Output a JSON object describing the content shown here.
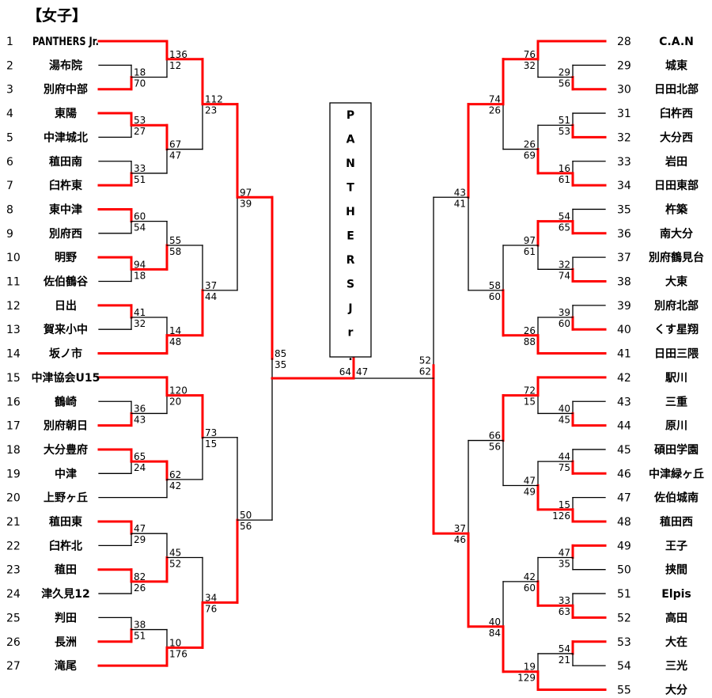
{
  "title": "【女子】",
  "champion": "PANTHERS Jr.",
  "colors": {
    "winner_line": "#ff0000",
    "line": "#000000"
  },
  "left_teams": [
    {
      "no": "1",
      "name": "PANTHERS Jr."
    },
    {
      "no": "2",
      "name": "湯布院"
    },
    {
      "no": "3",
      "name": "別府中部"
    },
    {
      "no": "4",
      "name": "東陽"
    },
    {
      "no": "5",
      "name": "中津城北"
    },
    {
      "no": "6",
      "name": "稙田南"
    },
    {
      "no": "7",
      "name": "臼杵東"
    },
    {
      "no": "8",
      "name": "東中津"
    },
    {
      "no": "9",
      "name": "別府西"
    },
    {
      "no": "10",
      "name": "明野"
    },
    {
      "no": "11",
      "name": "佐伯鶴谷"
    },
    {
      "no": "12",
      "name": "日出"
    },
    {
      "no": "13",
      "name": "賀来小中"
    },
    {
      "no": "14",
      "name": "坂ノ市"
    },
    {
      "no": "15",
      "name": "中津協会U15"
    },
    {
      "no": "16",
      "name": "鶴崎"
    },
    {
      "no": "17",
      "name": "別府朝日"
    },
    {
      "no": "18",
      "name": "大分豊府"
    },
    {
      "no": "19",
      "name": "中津"
    },
    {
      "no": "20",
      "name": "上野ヶ丘"
    },
    {
      "no": "21",
      "name": "稙田東"
    },
    {
      "no": "22",
      "name": "臼杵北"
    },
    {
      "no": "23",
      "name": "稙田"
    },
    {
      "no": "24",
      "name": "津久見12"
    },
    {
      "no": "25",
      "name": "判田"
    },
    {
      "no": "26",
      "name": "長洲"
    },
    {
      "no": "27",
      "name": "滝尾"
    }
  ],
  "right_teams": [
    {
      "no": "28",
      "name": "C.A.N"
    },
    {
      "no": "29",
      "name": "城東"
    },
    {
      "no": "30",
      "name": "日田北部"
    },
    {
      "no": "31",
      "name": "臼杵西"
    },
    {
      "no": "32",
      "name": "大分西"
    },
    {
      "no": "33",
      "name": "岩田"
    },
    {
      "no": "34",
      "name": "日田東部"
    },
    {
      "no": "35",
      "name": "杵築"
    },
    {
      "no": "36",
      "name": "南大分"
    },
    {
      "no": "37",
      "name": "別府鶴見台"
    },
    {
      "no": "38",
      "name": "大東"
    },
    {
      "no": "39",
      "name": "別府北部"
    },
    {
      "no": "40",
      "name": "くす星翔"
    },
    {
      "no": "41",
      "name": "日田三隈"
    },
    {
      "no": "42",
      "name": "駅川"
    },
    {
      "no": "43",
      "name": "三重"
    },
    {
      "no": "44",
      "name": "原川"
    },
    {
      "no": "45",
      "name": "碩田学園"
    },
    {
      "no": "46",
      "name": "中津緑ヶ丘"
    },
    {
      "no": "47",
      "name": "佐伯城南"
    },
    {
      "no": "48",
      "name": "稙田西"
    },
    {
      "no": "49",
      "name": "王子"
    },
    {
      "no": "50",
      "name": "挟間"
    },
    {
      "no": "51",
      "name": "Elpis"
    },
    {
      "no": "52",
      "name": "高田"
    },
    {
      "no": "53",
      "name": "大在"
    },
    {
      "no": "54",
      "name": "三光"
    },
    {
      "no": "55",
      "name": "大分"
    }
  ],
  "left_matches": [
    {
      "id": "L2_3",
      "scores": [
        "18",
        "70"
      ]
    },
    {
      "id": "L4_5",
      "scores": [
        "53",
        "27"
      ]
    },
    {
      "id": "L6_7",
      "scores": [
        "33",
        "51"
      ]
    },
    {
      "id": "L8_9",
      "scores": [
        "60",
        "54"
      ]
    },
    {
      "id": "L10_11",
      "scores": [
        "94",
        "18"
      ]
    },
    {
      "id": "L12_13",
      "scores": [
        "41",
        "32"
      ]
    },
    {
      "id": "L16_17",
      "scores": [
        "36",
        "43"
      ]
    },
    {
      "id": "L18_19",
      "scores": [
        "65",
        "24"
      ]
    },
    {
      "id": "L21_22",
      "scores": [
        "47",
        "29"
      ]
    },
    {
      "id": "L23_24",
      "scores": [
        "82",
        "26"
      ]
    },
    {
      "id": "L25_26",
      "scores": [
        "38",
        "51"
      ]
    },
    {
      "id": "L1_vs_3",
      "scores": [
        "136",
        "12"
      ]
    },
    {
      "id": "L4_vs_7",
      "scores": [
        "67",
        "47"
      ]
    },
    {
      "id": "L8_vs_10",
      "scores": [
        "55",
        "58"
      ]
    },
    {
      "id": "L12_vs_14",
      "scores": [
        "14",
        "48"
      ]
    },
    {
      "id": "L15_vs_17",
      "scores": [
        "120",
        "20"
      ]
    },
    {
      "id": "L18_vs_20",
      "scores": [
        "62",
        "42"
      ]
    },
    {
      "id": "L21_vs_23",
      "scores": [
        "45",
        "52"
      ]
    },
    {
      "id": "L26_vs_27",
      "scores": [
        "10",
        "176"
      ]
    },
    {
      "id": "L_Q1",
      "scores": [
        "112",
        "23"
      ]
    },
    {
      "id": "L_Q2",
      "scores": [
        "37",
        "44"
      ]
    },
    {
      "id": "L_Q3",
      "scores": [
        "73",
        "15"
      ]
    },
    {
      "id": "L_Q4",
      "scores": [
        "34",
        "76"
      ]
    },
    {
      "id": "L_S1",
      "scores": [
        "97",
        "39"
      ]
    },
    {
      "id": "L_S2",
      "scores": [
        "50",
        "56"
      ]
    },
    {
      "id": "L_F",
      "scores": [
        "85",
        "35"
      ]
    }
  ],
  "right_matches": [
    {
      "id": "R29_30",
      "scores": [
        "29",
        "56"
      ]
    },
    {
      "id": "R31_32",
      "scores": [
        "51",
        "53"
      ]
    },
    {
      "id": "R33_34",
      "scores": [
        "16",
        "61"
      ]
    },
    {
      "id": "R35_36",
      "scores": [
        "54",
        "65"
      ]
    },
    {
      "id": "R37_38",
      "scores": [
        "32",
        "74"
      ]
    },
    {
      "id": "R39_40",
      "scores": [
        "39",
        "60"
      ]
    },
    {
      "id": "R43_44",
      "scores": [
        "40",
        "45"
      ]
    },
    {
      "id": "R45_46",
      "scores": [
        "44",
        "75"
      ]
    },
    {
      "id": "R47_48",
      "scores": [
        "15",
        "126"
      ]
    },
    {
      "id": "R49_50",
      "scores": [
        "47",
        "35"
      ]
    },
    {
      "id": "R51_52",
      "scores": [
        "33",
        "63"
      ]
    },
    {
      "id": "R53_54",
      "scores": [
        "54",
        "21"
      ]
    },
    {
      "id": "R28_vs_30",
      "scores": [
        "76",
        "32"
      ]
    },
    {
      "id": "R32_vs_34",
      "scores": [
        "26",
        "69"
      ]
    },
    {
      "id": "R36_vs_38",
      "scores": [
        "97",
        "61"
      ]
    },
    {
      "id": "R40_vs_41",
      "scores": [
        "26",
        "88"
      ]
    },
    {
      "id": "R42_vs_44",
      "scores": [
        "72",
        "15"
      ]
    },
    {
      "id": "R46_vs_48",
      "scores": [
        "47",
        "49"
      ]
    },
    {
      "id": "R49_vs_52",
      "scores": [
        "42",
        "60"
      ]
    },
    {
      "id": "R53_vs_55",
      "scores": [
        "19",
        "129"
      ]
    },
    {
      "id": "R_Q1",
      "scores": [
        "74",
        "26"
      ]
    },
    {
      "id": "R_Q2",
      "scores": [
        "58",
        "60"
      ]
    },
    {
      "id": "R_Q3",
      "scores": [
        "66",
        "56"
      ]
    },
    {
      "id": "R_Q4",
      "scores": [
        "40",
        "84"
      ]
    },
    {
      "id": "R_S1",
      "scores": [
        "43",
        "41"
      ]
    },
    {
      "id": "R_S2",
      "scores": [
        "37",
        "46"
      ]
    },
    {
      "id": "R_F",
      "scores": [
        "52",
        "62"
      ]
    }
  ],
  "final": {
    "scores": [
      "64",
      "47"
    ]
  }
}
